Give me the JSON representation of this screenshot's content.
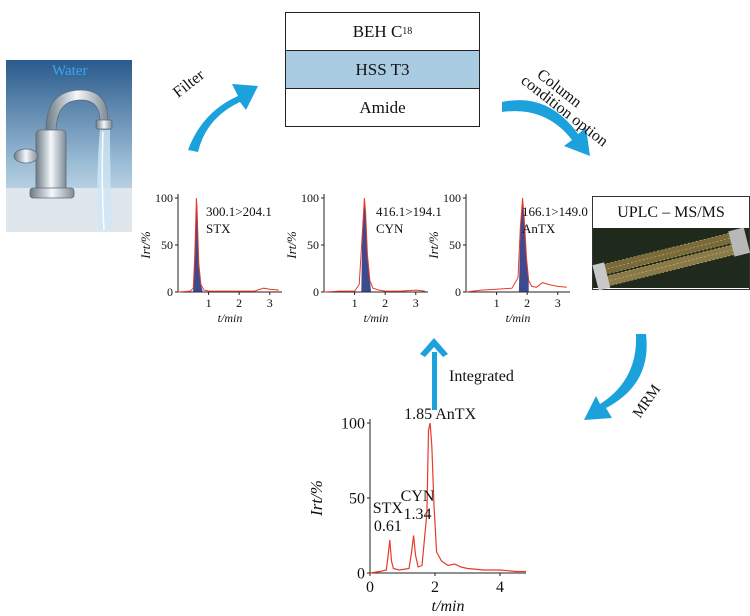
{
  "water_label": "Water",
  "columns": [
    "BEH C18",
    "HSS T3",
    "Amide"
  ],
  "column_c18": {
    "prefix": "BEH C",
    "subscript": "18"
  },
  "arrow_labels": {
    "filter": "Filter",
    "column_line1": "Column",
    "column_line2": "condition option",
    "mrm": "MRM",
    "integrated": "Integrated"
  },
  "instrument_label": "UPLC – MS/MS",
  "colors": {
    "arrow": "#1ba1dc",
    "highlight": "#a9cce3",
    "trace": "#e8392b",
    "fill_navy": "#1a2a7a",
    "fill_green": "#1f7a2e",
    "water_text": "#33aaee"
  },
  "chart_data": [
    {
      "type": "line",
      "transition": "300.1>204.1",
      "compound": "STX",
      "xlabel": "t/min",
      "ylabel": "Irt/%",
      "xticks": [
        "1",
        "2",
        "3"
      ],
      "yticks": [
        "0",
        "50",
        "100"
      ],
      "xlim": [
        0,
        3.4
      ],
      "ylim": [
        0,
        100
      ],
      "peak_time": 0.61,
      "series": [
        {
          "x": [
            0,
            0.4,
            0.5,
            0.55,
            0.6,
            0.62,
            0.68,
            0.75,
            0.85,
            1.0,
            1.5,
            2.0,
            2.5,
            2.8,
            3.0,
            3.3
          ],
          "y": [
            0,
            1,
            4,
            40,
            100,
            90,
            30,
            8,
            2,
            1,
            1,
            1,
            1,
            4,
            3,
            2
          ]
        }
      ]
    },
    {
      "type": "line",
      "transition": "416.1>194.1",
      "compound": "CYN",
      "xlabel": "t/min",
      "ylabel": "Irt/%",
      "xticks": [
        "1",
        "2",
        "3"
      ],
      "yticks": [
        "0",
        "50",
        "100"
      ],
      "xlim": [
        0,
        3.4
      ],
      "ylim": [
        0,
        100
      ],
      "peak_time": 1.34,
      "series": [
        {
          "x": [
            0,
            0.5,
            1.0,
            1.15,
            1.25,
            1.32,
            1.36,
            1.42,
            1.5,
            1.6,
            1.8,
            2.0,
            2.5,
            3.0,
            3.3
          ],
          "y": [
            0,
            1,
            1,
            8,
            60,
            100,
            85,
            40,
            12,
            4,
            2,
            1,
            1,
            2,
            1
          ]
        }
      ]
    },
    {
      "type": "line",
      "transition": "166.1>149.0",
      "compound": "AnTX",
      "xlabel": "t/min",
      "ylabel": "Irt/%",
      "xticks": [
        "1",
        "2",
        "3"
      ],
      "yticks": [
        "0",
        "50",
        "100"
      ],
      "xlim": [
        0,
        3.4
      ],
      "ylim": [
        0,
        100
      ],
      "peak_time": 1.85,
      "series": [
        {
          "x": [
            0,
            0.5,
            1.0,
            1.5,
            1.7,
            1.78,
            1.85,
            1.9,
            1.98,
            2.05,
            2.15,
            2.3,
            2.5,
            2.7,
            3.0,
            3.3
          ],
          "y": [
            0,
            2,
            3,
            4,
            15,
            70,
            100,
            80,
            35,
            12,
            6,
            5,
            10,
            8,
            6,
            5
          ]
        }
      ]
    },
    {
      "type": "line",
      "xlabel": "t/min",
      "ylabel": "Irt/%",
      "xticks": [
        "0",
        "2",
        "4"
      ],
      "yticks": [
        "0",
        "50",
        "100"
      ],
      "xlim": [
        0,
        4.8
      ],
      "ylim": [
        0,
        100
      ],
      "annotations": [
        {
          "text": "STX",
          "x": 0.61
        },
        {
          "text": "0.61",
          "x": 0.61
        },
        {
          "text": "CYN",
          "x": 1.34
        },
        {
          "text": "1.34",
          "x": 1.34
        },
        {
          "text": "1.85 AnTX",
          "x": 1.85
        }
      ],
      "series": [
        {
          "x": [
            0,
            0.3,
            0.5,
            0.56,
            0.61,
            0.66,
            0.72,
            0.9,
            1.2,
            1.28,
            1.34,
            1.4,
            1.48,
            1.6,
            1.75,
            1.8,
            1.85,
            1.9,
            1.97,
            2.05,
            2.2,
            2.4,
            2.6,
            2.8,
            3.0,
            3.5,
            4.0,
            4.5,
            4.8
          ],
          "y": [
            0,
            1,
            2,
            12,
            22,
            8,
            3,
            2,
            3,
            14,
            25,
            12,
            4,
            5,
            40,
            95,
            100,
            85,
            45,
            14,
            8,
            5,
            6,
            4,
            3,
            2,
            2,
            1,
            1
          ]
        }
      ]
    }
  ]
}
